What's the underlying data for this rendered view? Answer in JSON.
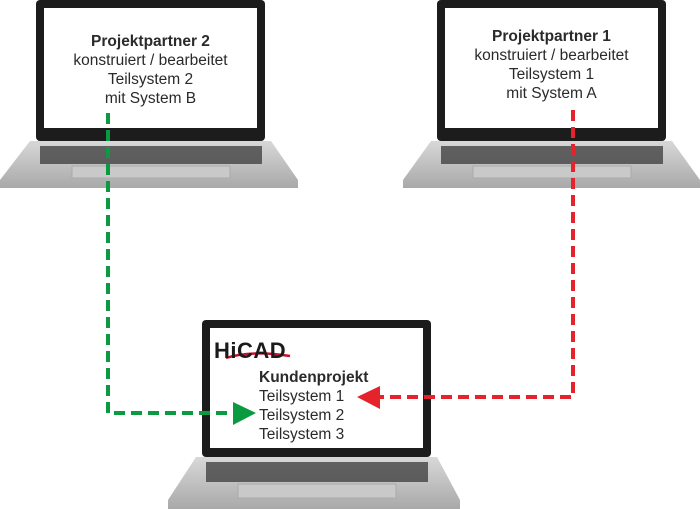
{
  "partner2": {
    "title": "Projektpartner 2",
    "line1": "konstruiert / bearbeitet",
    "line2": "Teilsystem 2",
    "line3": "mit System B"
  },
  "partner1": {
    "title": "Projektpartner 1",
    "line1": "konstruiert / bearbeitet",
    "line2": "Teilsystem 1",
    "line3": "mit System A"
  },
  "customer": {
    "logo": "HiCAD",
    "title": "Kundenprojekt",
    "items": [
      "Teilsystem 1",
      "Teilsystem 2",
      "Teilsystem 3"
    ]
  },
  "colors": {
    "green": "#0a9a40",
    "red": "#e4232b",
    "bezel": "#1c1c1c"
  }
}
